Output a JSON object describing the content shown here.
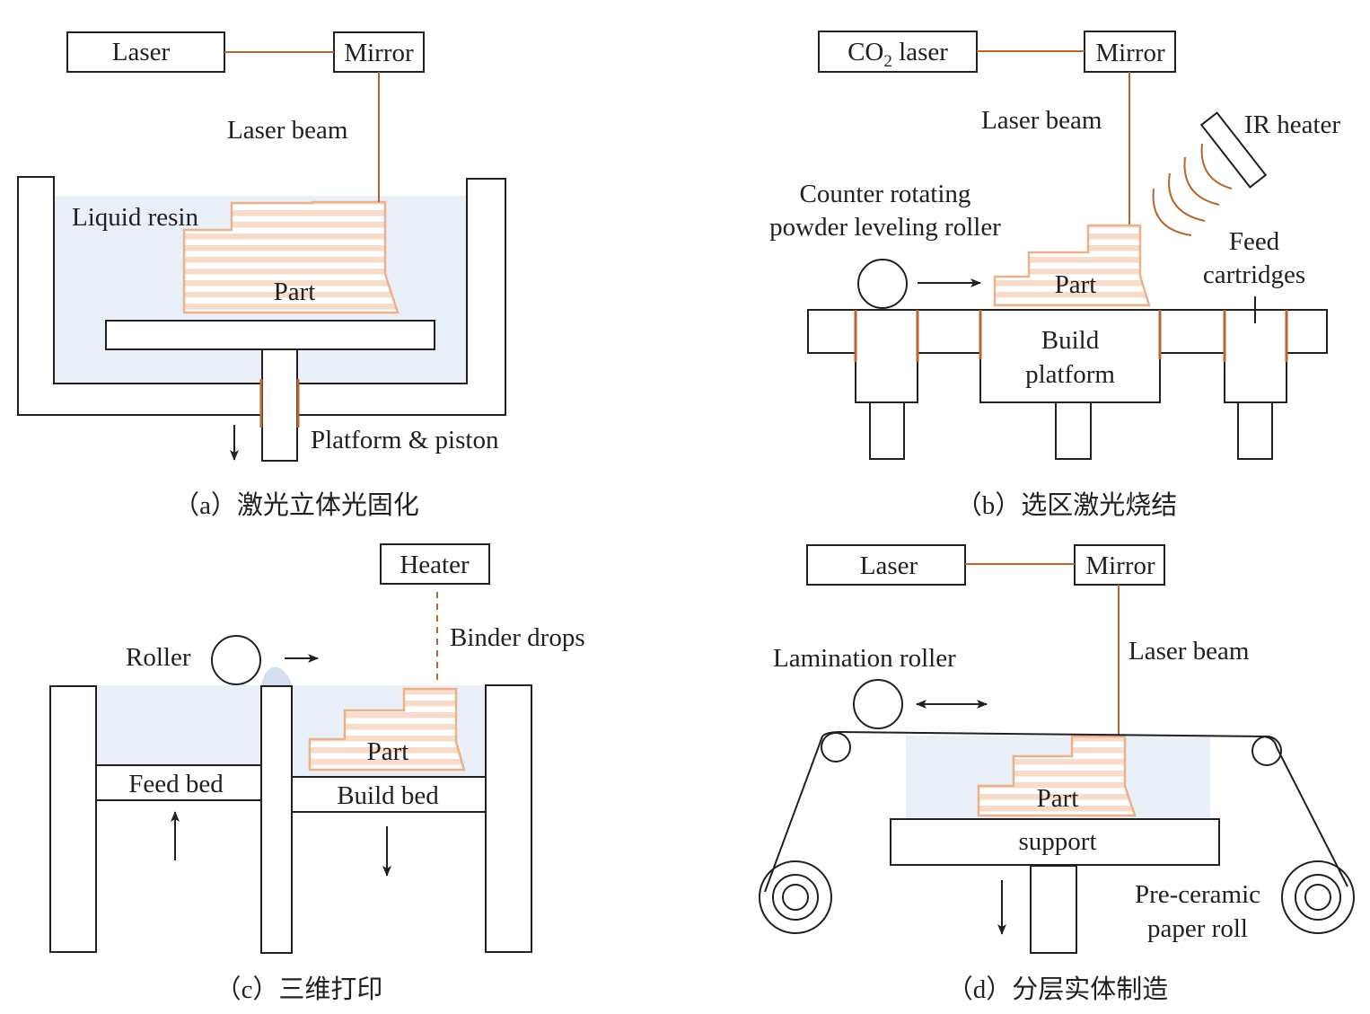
{
  "figure": {
    "panels": [
      {
        "id": "a",
        "caption": "（a）激光立体光固化",
        "labels": {
          "laser": "Laser",
          "mirror": "Mirror",
          "laser_beam": "Laser beam",
          "liquid_resin": "Liquid resin",
          "part": "Part",
          "platform_piston": "Platform & piston"
        }
      },
      {
        "id": "b",
        "caption": "（b）选区激光烧结",
        "labels": {
          "co2_laser_main": "CO",
          "co2_laser_sub": "2",
          "co2_laser_rest": " laser",
          "mirror": "Mirror",
          "laser_beam": "Laser beam",
          "ir_heater": "IR heater",
          "roller_line1": "Counter rotating",
          "roller_line2": "powder leveling roller",
          "feed_line1": "Feed",
          "feed_line2": "cartridges",
          "part": "Part",
          "build_line1": "Build",
          "build_line2": "platform"
        }
      },
      {
        "id": "c",
        "caption": "（c）三维打印",
        "labels": {
          "heater": "Heater",
          "binder_drops": "Binder drops",
          "roller": "Roller",
          "part": "Part",
          "feed_bed": "Feed bed",
          "build_bed": "Build bed"
        }
      },
      {
        "id": "d",
        "caption": "（d）分层实体制造",
        "labels": {
          "laser": "Laser",
          "mirror": "Mirror",
          "laser_beam": "Laser beam",
          "lamination_roller": "Lamination roller",
          "part": "Part",
          "support": "support",
          "paper_line1": "Pre-ceramic",
          "paper_line2": "paper roll"
        }
      }
    ],
    "colors": {
      "beam": "#b8652e",
      "part_stroke": "#eab18a",
      "part_stripe": "#f8dccb",
      "resin": "#e9eff7",
      "ink": "#231f20"
    }
  }
}
